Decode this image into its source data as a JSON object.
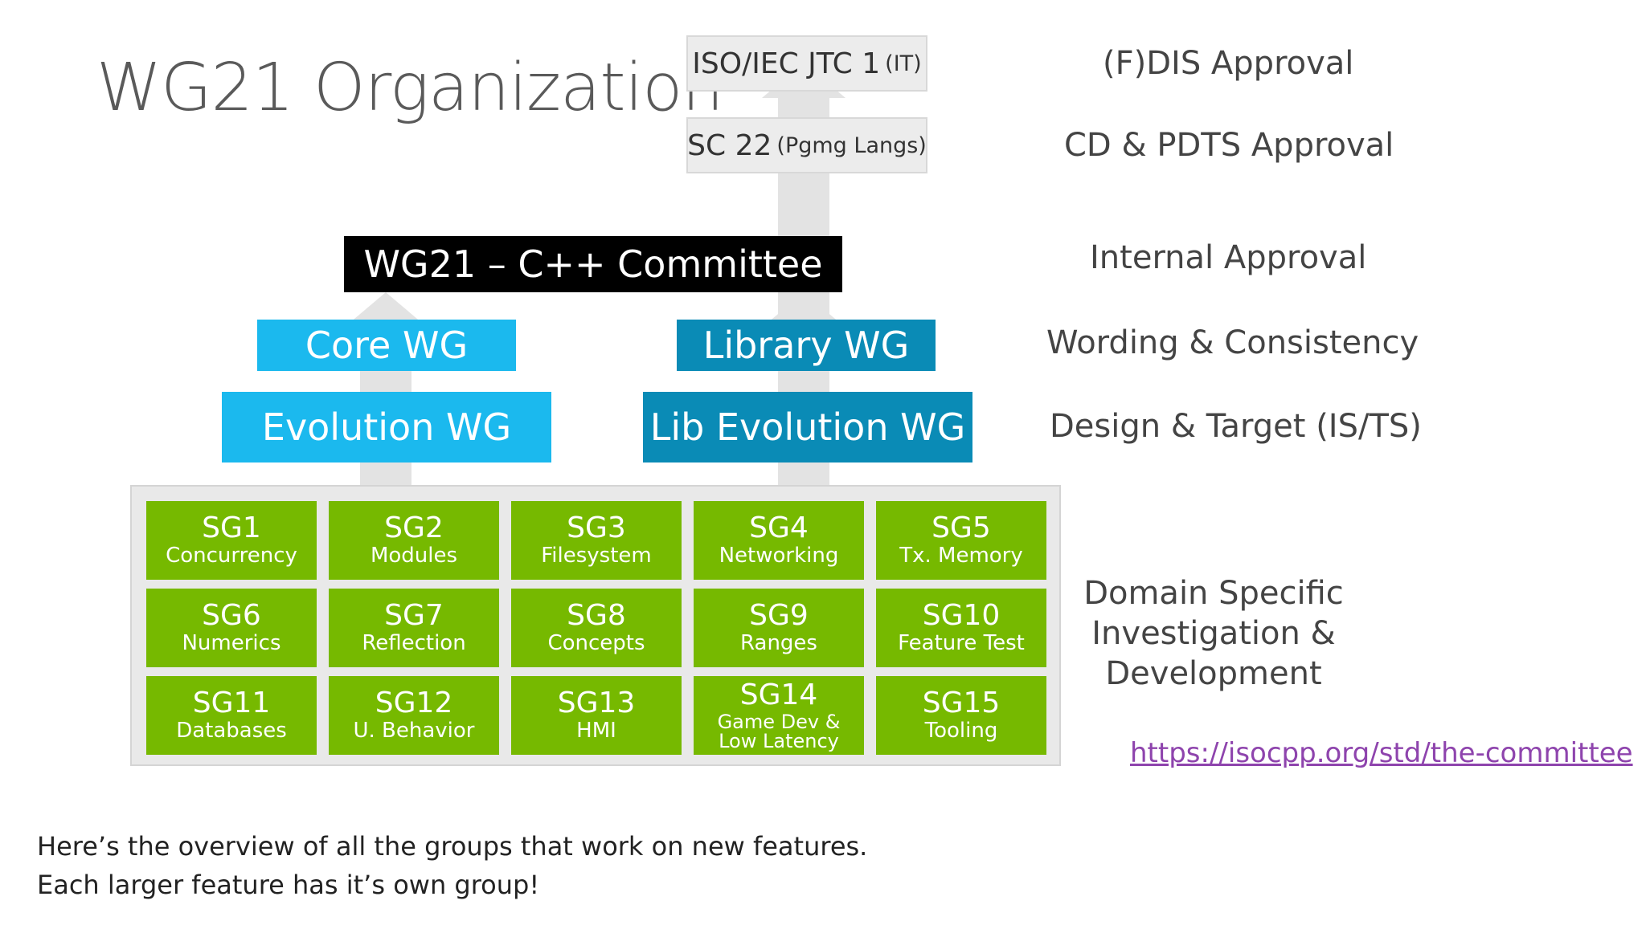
{
  "title": "WG21 Organization",
  "top_boxes": {
    "iso": {
      "main": "ISO/IEC JTC 1",
      "sub": "(IT)"
    },
    "sc22": {
      "main": "SC 22",
      "sub": "(Pgmg Langs)"
    }
  },
  "committee": "WG21 – C++ Committee",
  "working_groups": {
    "core": "Core WG",
    "evolution": "Evolution WG",
    "library": "Library WG",
    "lib_evolution": "Lib Evolution WG"
  },
  "approval_labels": {
    "fdis": "(F)DIS Approval",
    "cd": "CD & PDTS Approval",
    "internal": "Internal Approval",
    "wording": "Wording & Consistency",
    "design": "Design & Target (IS/TS)"
  },
  "study_groups": [
    {
      "id": "SG1",
      "name": "Concurrency"
    },
    {
      "id": "SG2",
      "name": "Modules"
    },
    {
      "id": "SG3",
      "name": "Filesystem"
    },
    {
      "id": "SG4",
      "name": "Networking"
    },
    {
      "id": "SG5",
      "name": "Tx. Memory"
    },
    {
      "id": "SG6",
      "name": "Numerics"
    },
    {
      "id": "SG7",
      "name": "Reflection"
    },
    {
      "id": "SG8",
      "name": "Concepts"
    },
    {
      "id": "SG9",
      "name": "Ranges"
    },
    {
      "id": "SG10",
      "name": "Feature Test"
    },
    {
      "id": "SG11",
      "name": "Databases"
    },
    {
      "id": "SG12",
      "name": "U. Behavior"
    },
    {
      "id": "SG13",
      "name": "HMI"
    },
    {
      "id": "SG14",
      "name": "Game Dev & Low Latency"
    },
    {
      "id": "SG15",
      "name": "Tooling"
    }
  ],
  "domain_label": [
    "Domain Specific",
    "Investigation &",
    "Development"
  ],
  "link": "https://isocpp.org/std/the-committee",
  "caption": [
    "Here’s the overview of all the groups that work on new features.",
    "Each larger feature has it’s own group!"
  ],
  "colors": {
    "core_blue": "#1bb9ee",
    "lib_blue": "#0a8bb6",
    "sg_green": "#76b900",
    "committee_black": "#000000",
    "link_purple": "#8e44ad"
  }
}
